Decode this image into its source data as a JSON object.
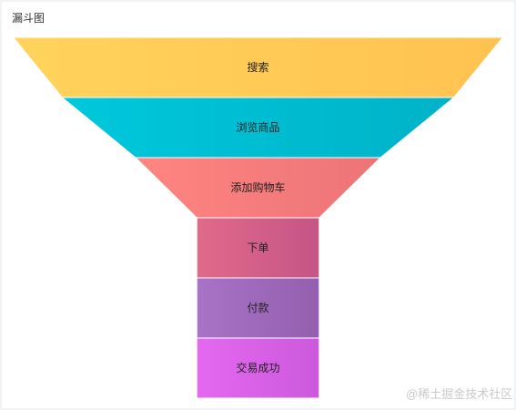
{
  "chart_data": {
    "type": "funnel",
    "title": "漏斗图",
    "stages": [
      {
        "label": "搜索",
        "value": 100,
        "color_from": "#ffd35c",
        "color_to": "#ffc251"
      },
      {
        "label": "浏览商品",
        "value": 80,
        "color_from": "#00c8dc",
        "color_to": "#00b2c8"
      },
      {
        "label": "添加购物车",
        "value": 50,
        "color_from": "#ff8580",
        "color_to": "#ec7478"
      },
      {
        "label": "下单",
        "value": 25,
        "color_from": "#e06a8a",
        "color_to": "#c45586"
      },
      {
        "label": "付款",
        "value": 25,
        "color_from": "#a973c6",
        "color_to": "#935fae"
      },
      {
        "label": "交易成功",
        "value": 25,
        "color_from": "#e469f0",
        "color_to": "#cc59dc"
      }
    ]
  },
  "watermark": "@稀土掘金技术社区"
}
